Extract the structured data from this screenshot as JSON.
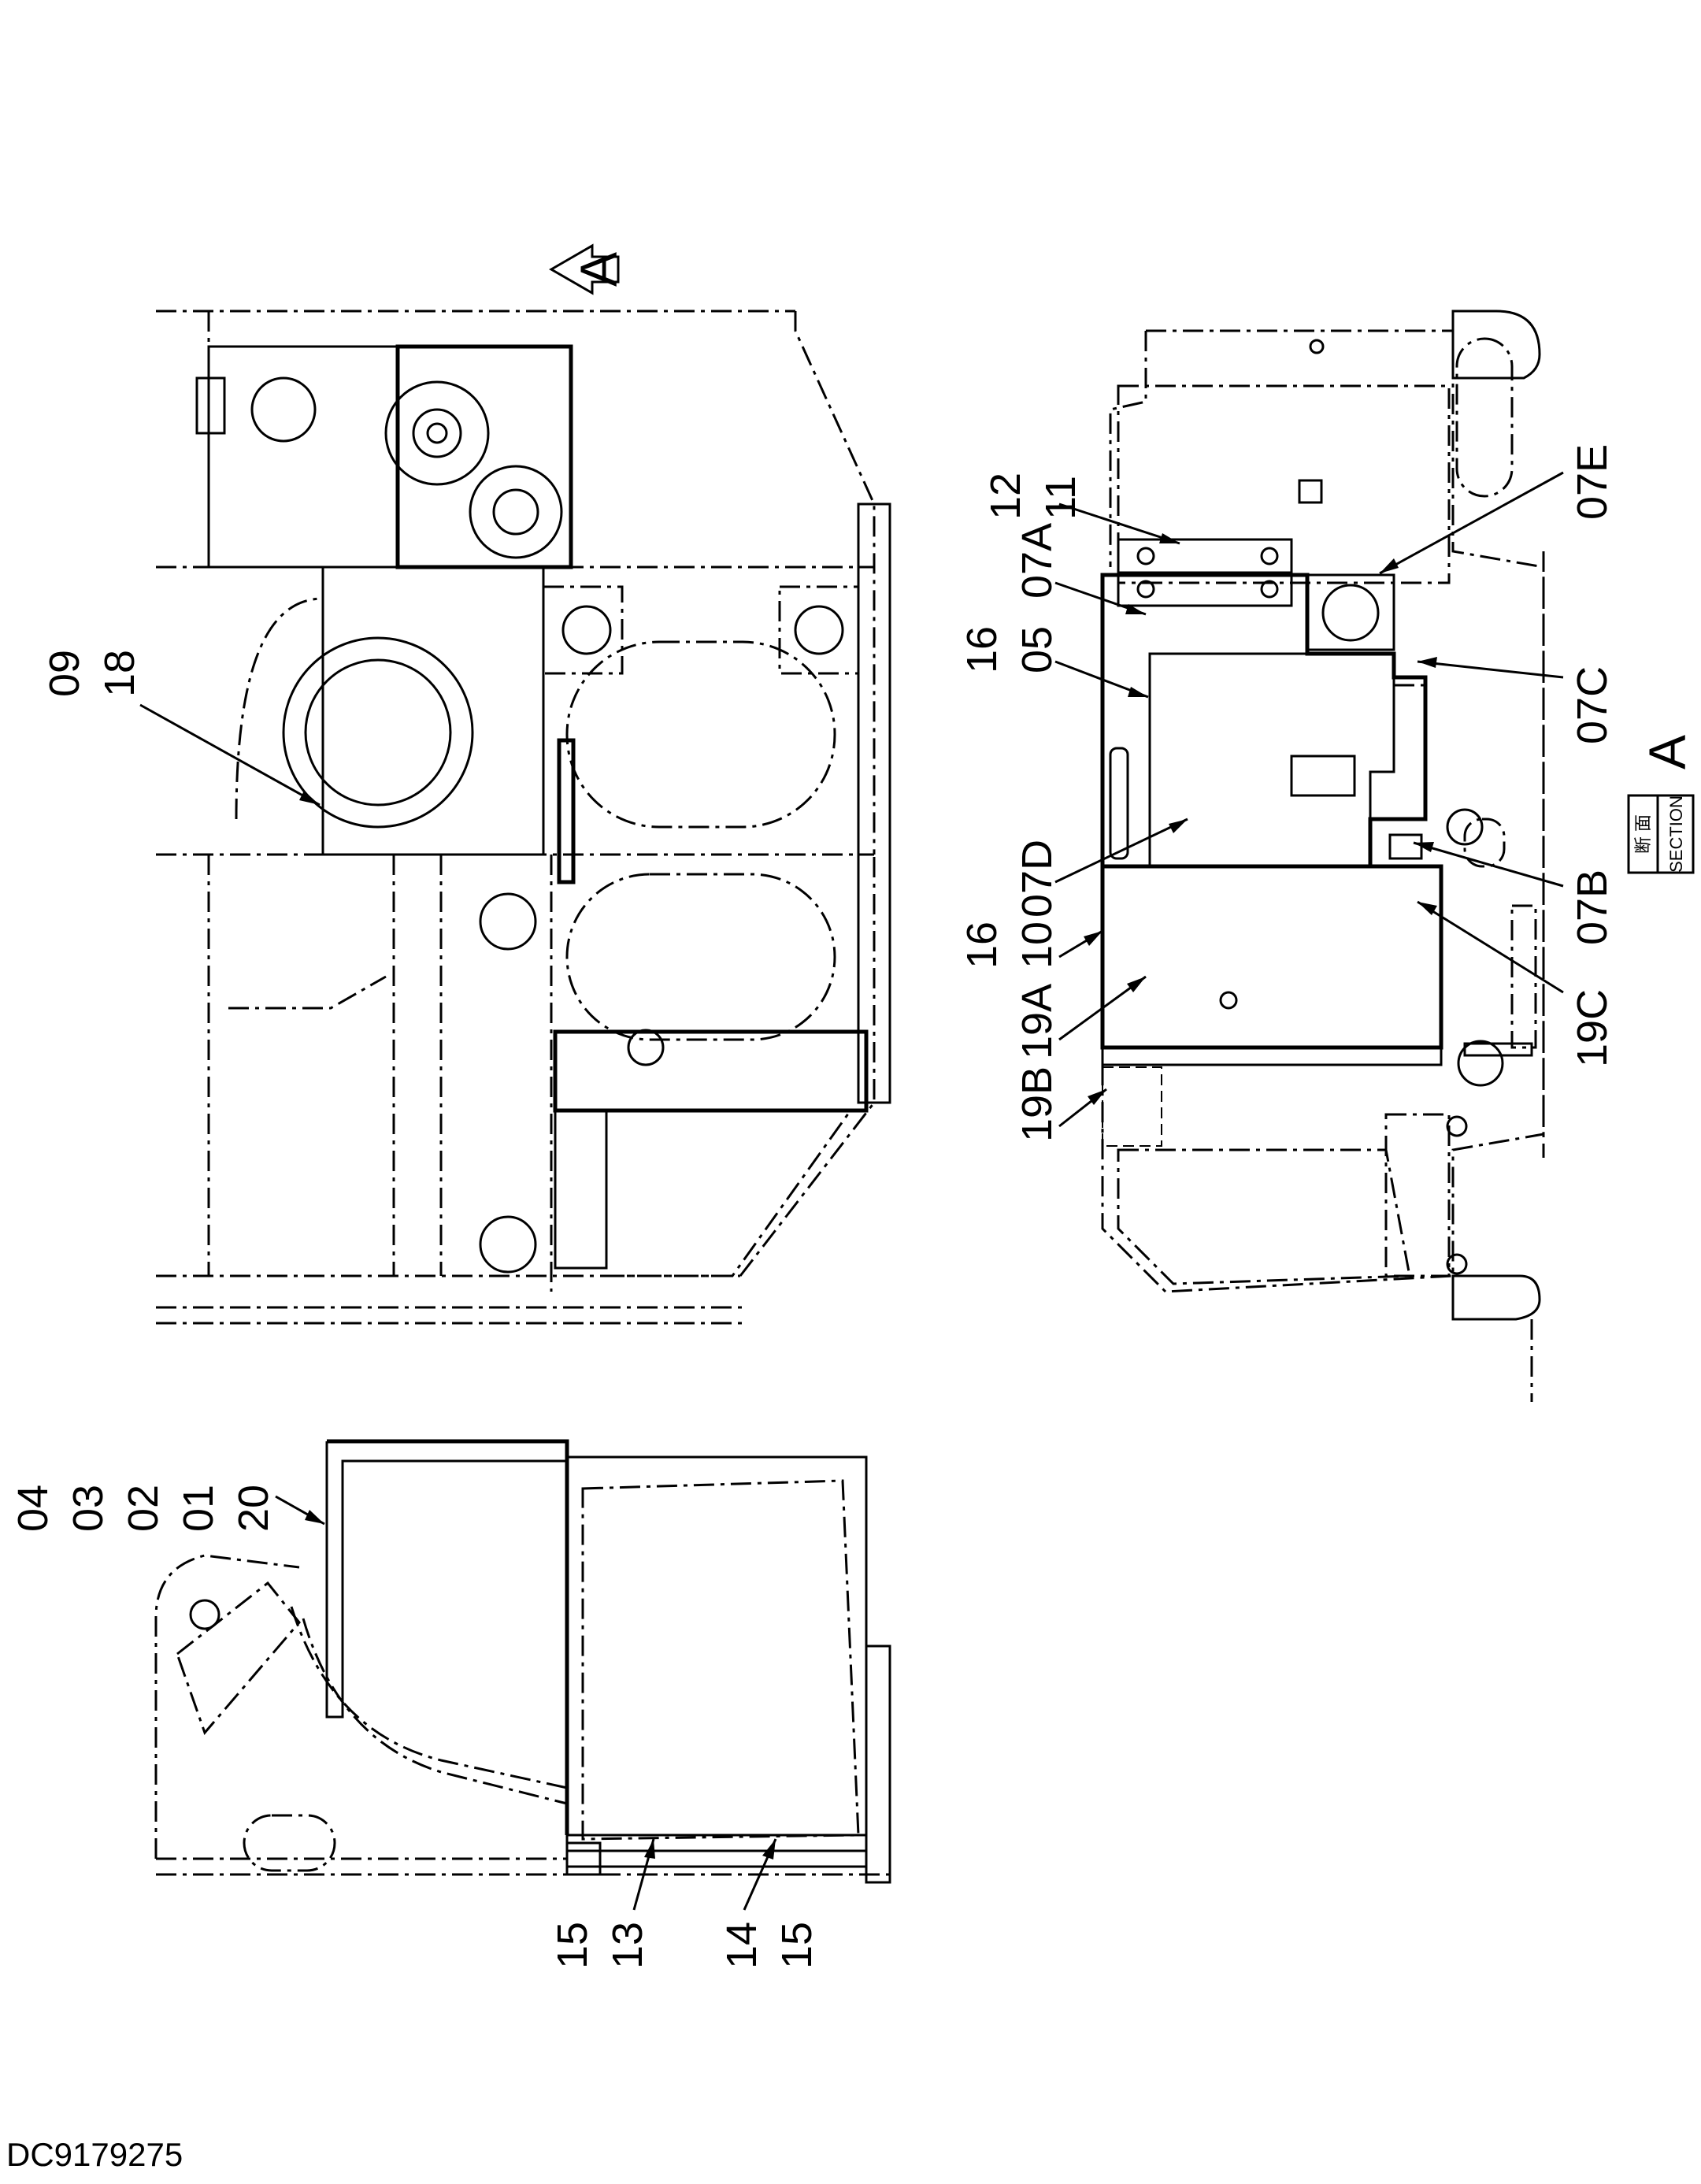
{
  "drawing_number": "DC9179275",
  "view_marker": "A",
  "section": {
    "kanji": "断 面",
    "label": "SECTION",
    "letter": "A"
  },
  "callouts_left_upper": [
    "09",
    "18"
  ],
  "callouts_left_lower_top": [
    "04",
    "03",
    "02",
    "01",
    "20"
  ],
  "callouts_left_lower_bottom_a": [
    "15",
    "13"
  ],
  "callouts_left_lower_bottom_b": [
    "14",
    "15"
  ],
  "callouts_right": {
    "c12_11": [
      "12",
      "11"
    ],
    "c16_05_07A": [
      "16",
      "05",
      "07A"
    ],
    "c07D": "07D",
    "c16_10": [
      "16",
      "10"
    ],
    "c19A": "19A",
    "c19B": "19B",
    "c07E": "07E",
    "c07C": "07C",
    "c07B": "07B",
    "c19C": "19C"
  }
}
